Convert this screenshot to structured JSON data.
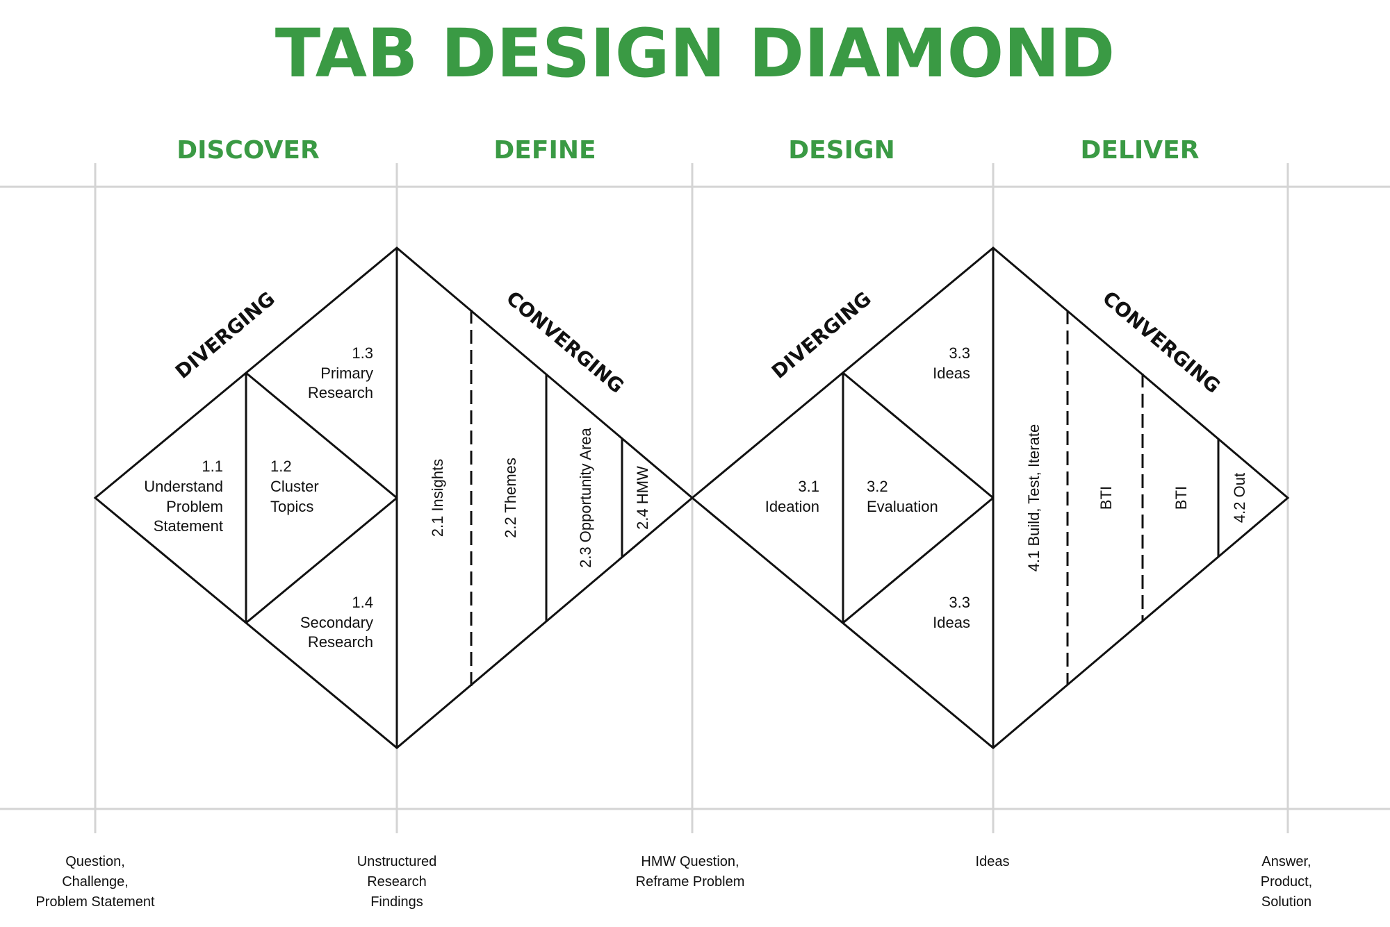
{
  "title": "TAB DESIGN DIAMOND",
  "phases": [
    "DISCOVER",
    "DEFINE",
    "DESIGN",
    "DELIVER"
  ],
  "diamond1": {
    "diverging": "DIVERGING",
    "converging": "CONVERGING",
    "step_1_1": {
      "num": "1.1",
      "lines": [
        "Understand",
        "Problem",
        "Statement"
      ]
    },
    "step_1_2": {
      "num": "1.2",
      "lines": [
        "Cluster",
        "Topics"
      ]
    },
    "step_1_3": {
      "num": "1.3",
      "lines": [
        "Primary",
        "Research"
      ]
    },
    "step_1_4": {
      "num": "1.4",
      "lines": [
        "Secondary",
        "Research"
      ]
    },
    "step_2_1": "2.1 Insights",
    "step_2_2": "2.2 Themes",
    "step_2_3": "2.3 Opportunity Area",
    "step_2_4": "2.4 HMW"
  },
  "diamond2": {
    "diverging": "DIVERGING",
    "converging": "CONVERGING",
    "step_3_1": {
      "num": "3.1",
      "lines": [
        "Ideation"
      ]
    },
    "step_3_2": {
      "num": "3.2",
      "lines": [
        "Evaluation"
      ]
    },
    "step_3_3_top": {
      "num": "3.3",
      "lines": [
        "Ideas"
      ]
    },
    "step_3_3_bottom": {
      "num": "3.3",
      "lines": [
        "Ideas"
      ]
    },
    "step_4_1": "4.1 Build, Test, Iterate",
    "bti_1": "BTI",
    "bti_2": "BTI",
    "step_4_2": "4.2 Out"
  },
  "milestones": [
    {
      "lines": [
        "Question,",
        "Challenge,",
        "Problem Statement"
      ]
    },
    {
      "lines": [
        "Unstructured",
        "Research",
        "Findings"
      ]
    },
    {
      "lines": [
        "HMW Question,",
        "Reframe Problem"
      ]
    },
    {
      "lines": [
        "Ideas"
      ]
    },
    {
      "lines": [
        "Answer,",
        "Product,",
        "Solution"
      ]
    }
  ],
  "colors": {
    "accent": "#3a9a44",
    "line": "#111111",
    "grid": "#d4d4d4"
  }
}
